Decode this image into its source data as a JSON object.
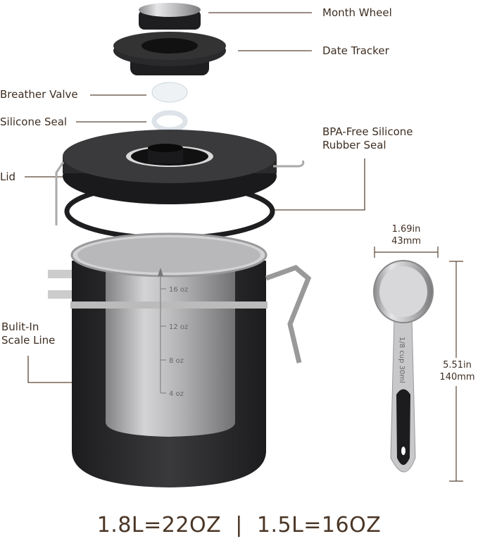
{
  "labels": {
    "month_wheel": "Month Wheel",
    "date_tracker": "Date Tracker",
    "breather_valve": "Breather Valve",
    "silicone_seal": "Silicone Seal",
    "rubber_seal_line1": "BPA-Free Silicone",
    "rubber_seal_line2": "Rubber Seal",
    "lid": "Lid",
    "scale_line1": "Bulit-In",
    "scale_line2": "Scale Line"
  },
  "scale_ticks": [
    "16 oz",
    "12 oz",
    "8 oz",
    "4 oz"
  ],
  "spoon": {
    "width_in": "1.69in",
    "width_mm": "43mm",
    "length_in": "5.51in",
    "length_mm": "140mm",
    "engraving": "1/8 cup 30ml"
  },
  "caption": "1.8L=22OZ  |  1.5L=16OZ",
  "colors": {
    "text": "#3e2e22",
    "leader": "#5a4636",
    "canister": "#2b2b2d",
    "steel": "#c9c9cb"
  }
}
